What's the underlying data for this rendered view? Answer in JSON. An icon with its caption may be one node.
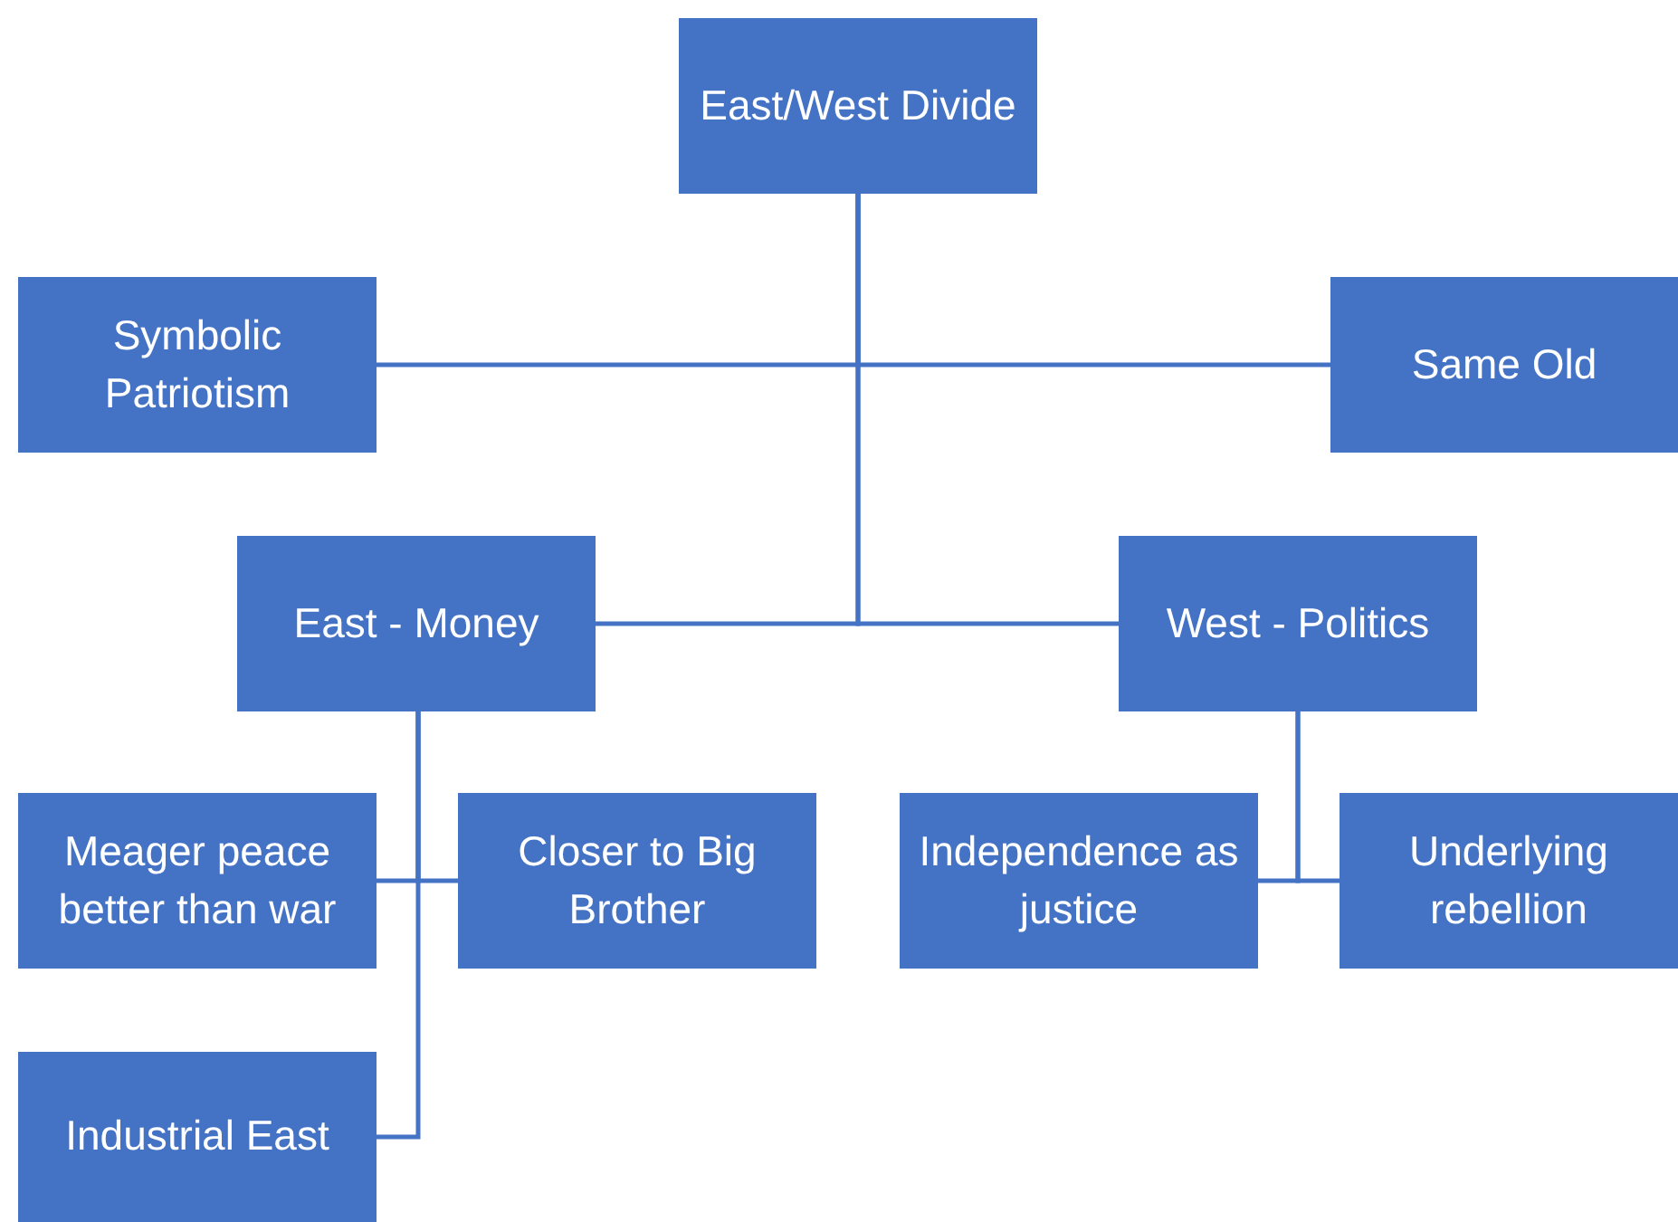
{
  "diagram": {
    "nodes": [
      {
        "text": [
          "East/West Divide"
        ]
      },
      {
        "text": [
          "Symbolic Patriotism"
        ]
      },
      {
        "text": [
          "Same Old"
        ]
      },
      {
        "text": [
          "East - Money"
        ]
      },
      {
        "text": [
          "West - Politics"
        ]
      },
      {
        "text": [
          "Meager peace better than war"
        ]
      },
      {
        "text": [
          "Closer to Big Brother"
        ]
      },
      {
        "text": [
          "Independence as justice"
        ]
      },
      {
        "text": [
          "Underlying rebellion"
        ]
      },
      {
        "text": [
          "Industrial East"
        ]
      }
    ],
    "edges": [
      {
        "from": 0,
        "to": 1,
        "arrow": "none"
      },
      {
        "from": 0,
        "to": 2,
        "arrow": "none"
      },
      {
        "from": 0,
        "to": 3,
        "arrow": "none"
      },
      {
        "from": 0,
        "to": 4,
        "arrow": "none"
      },
      {
        "from": 3,
        "to": 5,
        "arrow": "none"
      },
      {
        "from": 3,
        "to": 6,
        "arrow": "none"
      },
      {
        "from": 3,
        "to": 9,
        "arrow": "none"
      },
      {
        "from": 4,
        "to": 7,
        "arrow": "none"
      },
      {
        "from": 4,
        "to": 8,
        "arrow": "none"
      }
    ]
  }
}
